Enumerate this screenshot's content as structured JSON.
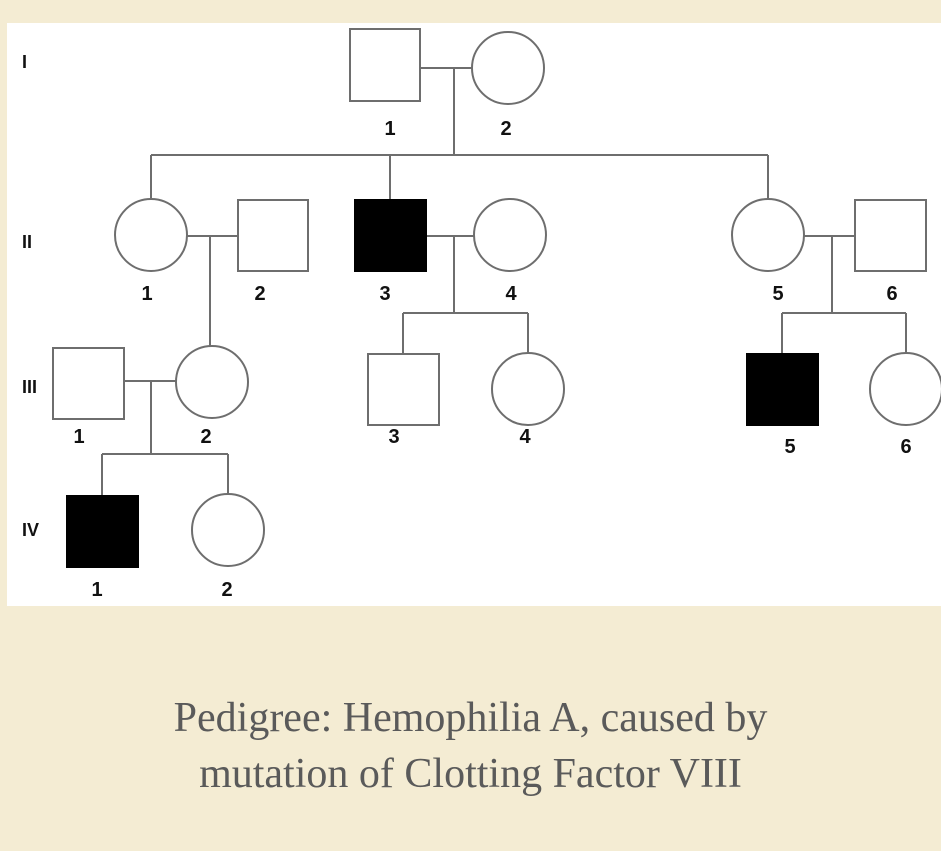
{
  "generations": [
    "I",
    "II",
    "III",
    "IV"
  ],
  "individuals": {
    "I-1": {
      "label": "1",
      "sex": "male",
      "affected": false
    },
    "I-2": {
      "label": "2",
      "sex": "female",
      "affected": false
    },
    "II-1": {
      "label": "1",
      "sex": "female",
      "affected": false
    },
    "II-2": {
      "label": "2",
      "sex": "male",
      "affected": false
    },
    "II-3": {
      "label": "3",
      "sex": "male",
      "affected": true
    },
    "II-4": {
      "label": "4",
      "sex": "female",
      "affected": false
    },
    "II-5": {
      "label": "5",
      "sex": "female",
      "affected": false
    },
    "II-6": {
      "label": "6",
      "sex": "male",
      "affected": false
    },
    "III-1": {
      "label": "1",
      "sex": "male",
      "affected": false
    },
    "III-2": {
      "label": "2",
      "sex": "female",
      "affected": false
    },
    "III-3": {
      "label": "3",
      "sex": "male",
      "affected": false
    },
    "III-4": {
      "label": "4",
      "sex": "female",
      "affected": false
    },
    "III-5": {
      "label": "5",
      "sex": "male",
      "affected": true
    },
    "III-6": {
      "label": "6",
      "sex": "female",
      "affected": false
    },
    "IV-1": {
      "label": "1",
      "sex": "male",
      "affected": true
    },
    "IV-2": {
      "label": "2",
      "sex": "female",
      "affected": false
    }
  },
  "caption": {
    "line1": "Pedigree: Hemophilia A, caused by",
    "line2": "mutation of  Clotting Factor VIII"
  }
}
